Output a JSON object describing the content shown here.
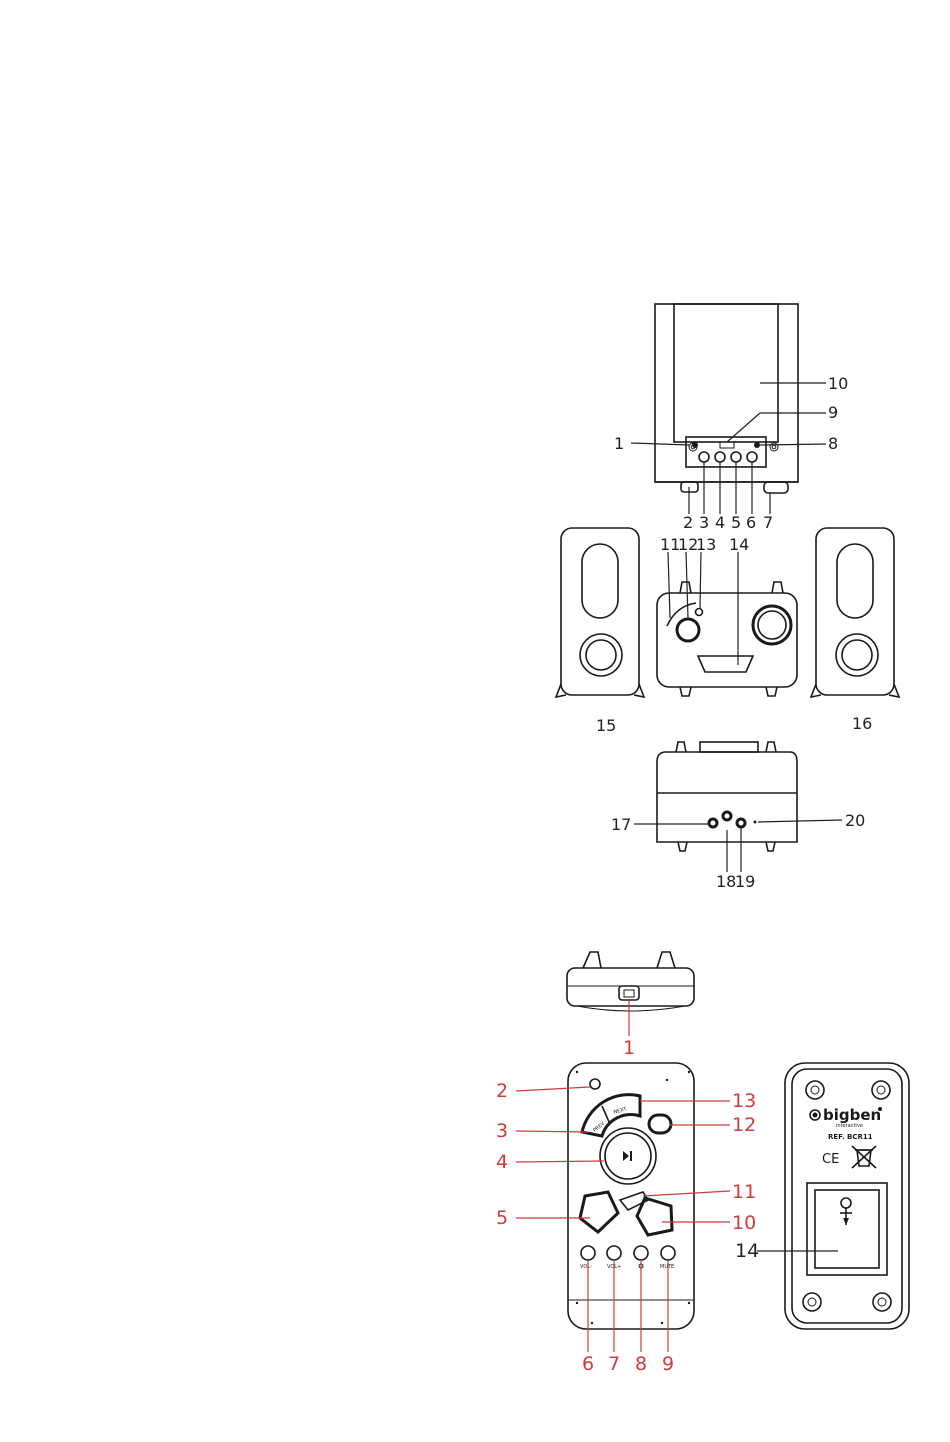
{
  "subwoofer_front": {
    "callouts": [
      "1",
      "2",
      "3",
      "4",
      "5",
      "6",
      "7",
      "8",
      "9",
      "10"
    ]
  },
  "top_unit": {
    "callouts": [
      "11",
      "12",
      "13",
      "14",
      "15",
      "16"
    ]
  },
  "rear_panel": {
    "callouts": [
      "17",
      "18",
      "19",
      "20"
    ]
  },
  "remote_top": {
    "callouts": [
      "1"
    ]
  },
  "remote_front": {
    "callouts": [
      "2",
      "3",
      "4",
      "5",
      "6",
      "7",
      "8",
      "9",
      "10",
      "11",
      "12",
      "13"
    ],
    "button_labels": {
      "prev": "PREV",
      "next": "NEXT",
      "vol_minus": "VOL-",
      "vol_plus": "VOL+",
      "mute": "MUTE"
    }
  },
  "remote_back": {
    "callouts": [
      "14"
    ],
    "brand": "bigben",
    "brand_sub": "interactive",
    "ref": "REF. BCR11",
    "ce_mark": "CE"
  },
  "colors": {
    "line": "#1a1a1a",
    "callout_red": "#d23a3a",
    "background": "#ffffff"
  }
}
